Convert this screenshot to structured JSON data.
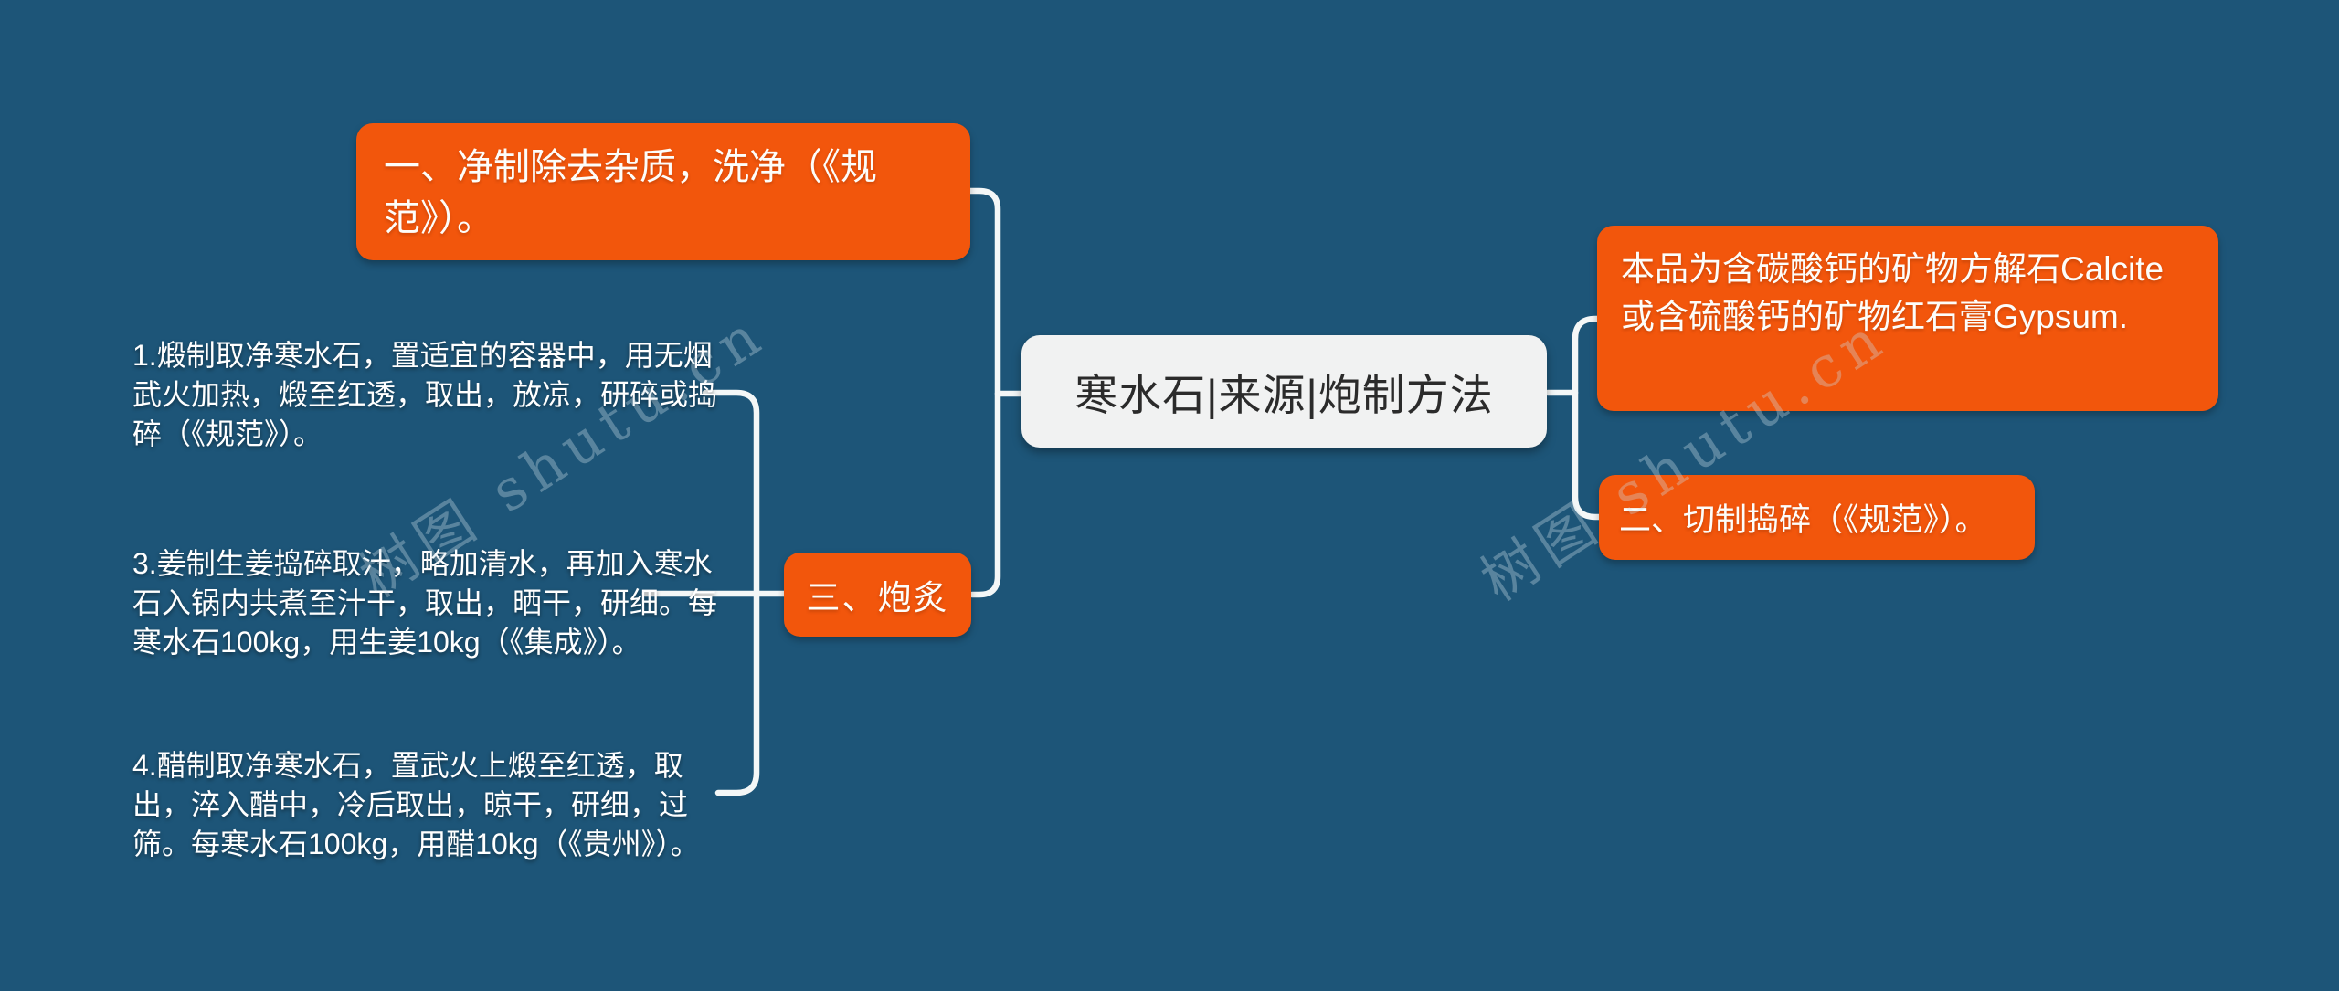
{
  "colors": {
    "background": "#1d5578",
    "node_orange": "#f2560c",
    "node_central_bg": "#f1f2f2",
    "node_central_text": "#2b2b2b",
    "connector": "#f4f7f7",
    "leaf_text": "#ffffff"
  },
  "central": {
    "label": "寒水石|来源|炮制方法"
  },
  "branches": {
    "purification": {
      "label": "一、净制除去杂质，洗净（《规范》）。"
    },
    "source": {
      "label": "本品为含碳酸钙的矿物方解石Calcite或含硫酸钙的矿物红石膏Gypsum."
    },
    "cutting": {
      "label": "二、切制捣碎（《规范》）。"
    },
    "processing": {
      "label": "三、炮炙",
      "children": [
        {
          "label": "1.煅制取净寒水石，置适宜的容器中，用无烟武火加热，煅至红透，取出，放凉，研碎或捣碎（《规范》）。"
        },
        {
          "label": "3.姜制生姜捣碎取汁，略加清水，再加入寒水石入锅内共煮至汁干，取出，晒干，研细。每寒水石100kg，用生姜10kg（《集成》）。"
        },
        {
          "label": "4.醋制取净寒水石，置武火上煅至红透，取出，淬入醋中，冷后取出，晾干，研细，过筛。每寒水石100kg，用醋10kg（《贵州》）。"
        }
      ]
    }
  },
  "watermark": {
    "text": "树图 shutu.cn"
  }
}
